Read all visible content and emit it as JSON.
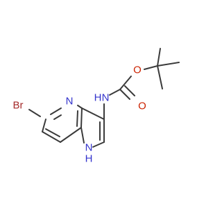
{
  "molecule": {
    "atoms": {
      "bromine": "Br",
      "pyridine_nitrogen": "N",
      "amide_nitrogen": "N",
      "amide_hydrogen": "H",
      "ester_oxygen": "O",
      "carbonyl_oxygen": "O",
      "pyrrole_nitrogen": "N",
      "pyrrole_hydrogen": "H"
    },
    "colors": {
      "bond": "#3a3a3a",
      "nitrogen": "#3333cc",
      "oxygen": "#cc2200",
      "bromine": "#a52a2a"
    }
  }
}
